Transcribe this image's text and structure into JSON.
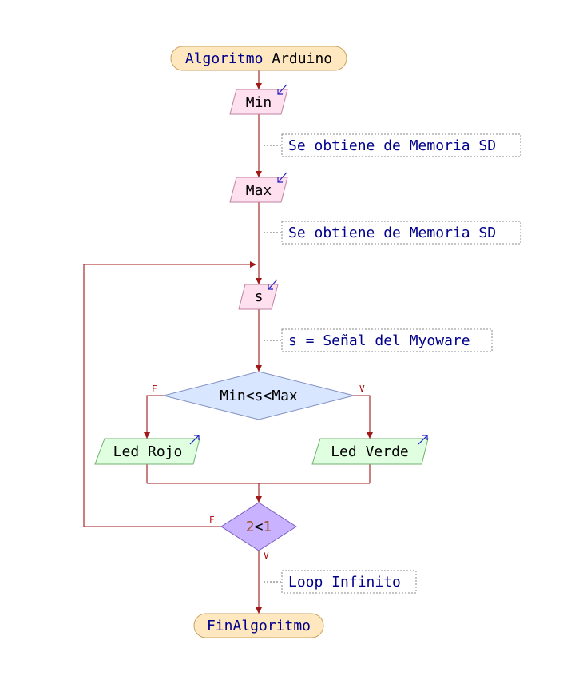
{
  "colors": {
    "edge": "#a01818",
    "terminal_fill": "#ffe8bf",
    "terminal_stroke": "#c9a060",
    "input_fill": "#ffe0ef",
    "input_stroke": "#c080a0",
    "output_fill": "#e0ffe0",
    "output_stroke": "#70b070",
    "decision_fill": "#d8e6ff",
    "decision_stroke": "#8090c0",
    "loop_fill": "#c9b2ff",
    "loop_stroke": "#7a60c0",
    "keyword_text": "#00008b",
    "number_text": "#a0522d",
    "io_arrow": "#2020c0"
  },
  "nodes": {
    "start": {
      "keyword": "Algoritmo",
      "name": " Arduino"
    },
    "read_min": {
      "label": "Min"
    },
    "read_max": {
      "label": "Max"
    },
    "read_s": {
      "label": "s"
    },
    "decision": {
      "label": "Min<s<Max",
      "false_label": "F",
      "true_label": "V"
    },
    "write_red": {
      "label": "Led Rojo"
    },
    "write_green": {
      "label": "Led Verde"
    },
    "loop": {
      "lhs": "2",
      "op": "<",
      "rhs": "1",
      "false_label": "F",
      "true_label": "V"
    },
    "end": {
      "label": "FinAlgoritmo"
    }
  },
  "notes": {
    "min_note": "Se obtiene de Memoria SD",
    "max_note": "Se obtiene de Memoria SD",
    "s_note": "s = Señal del Myoware",
    "loop_note": "Loop Infinito"
  }
}
